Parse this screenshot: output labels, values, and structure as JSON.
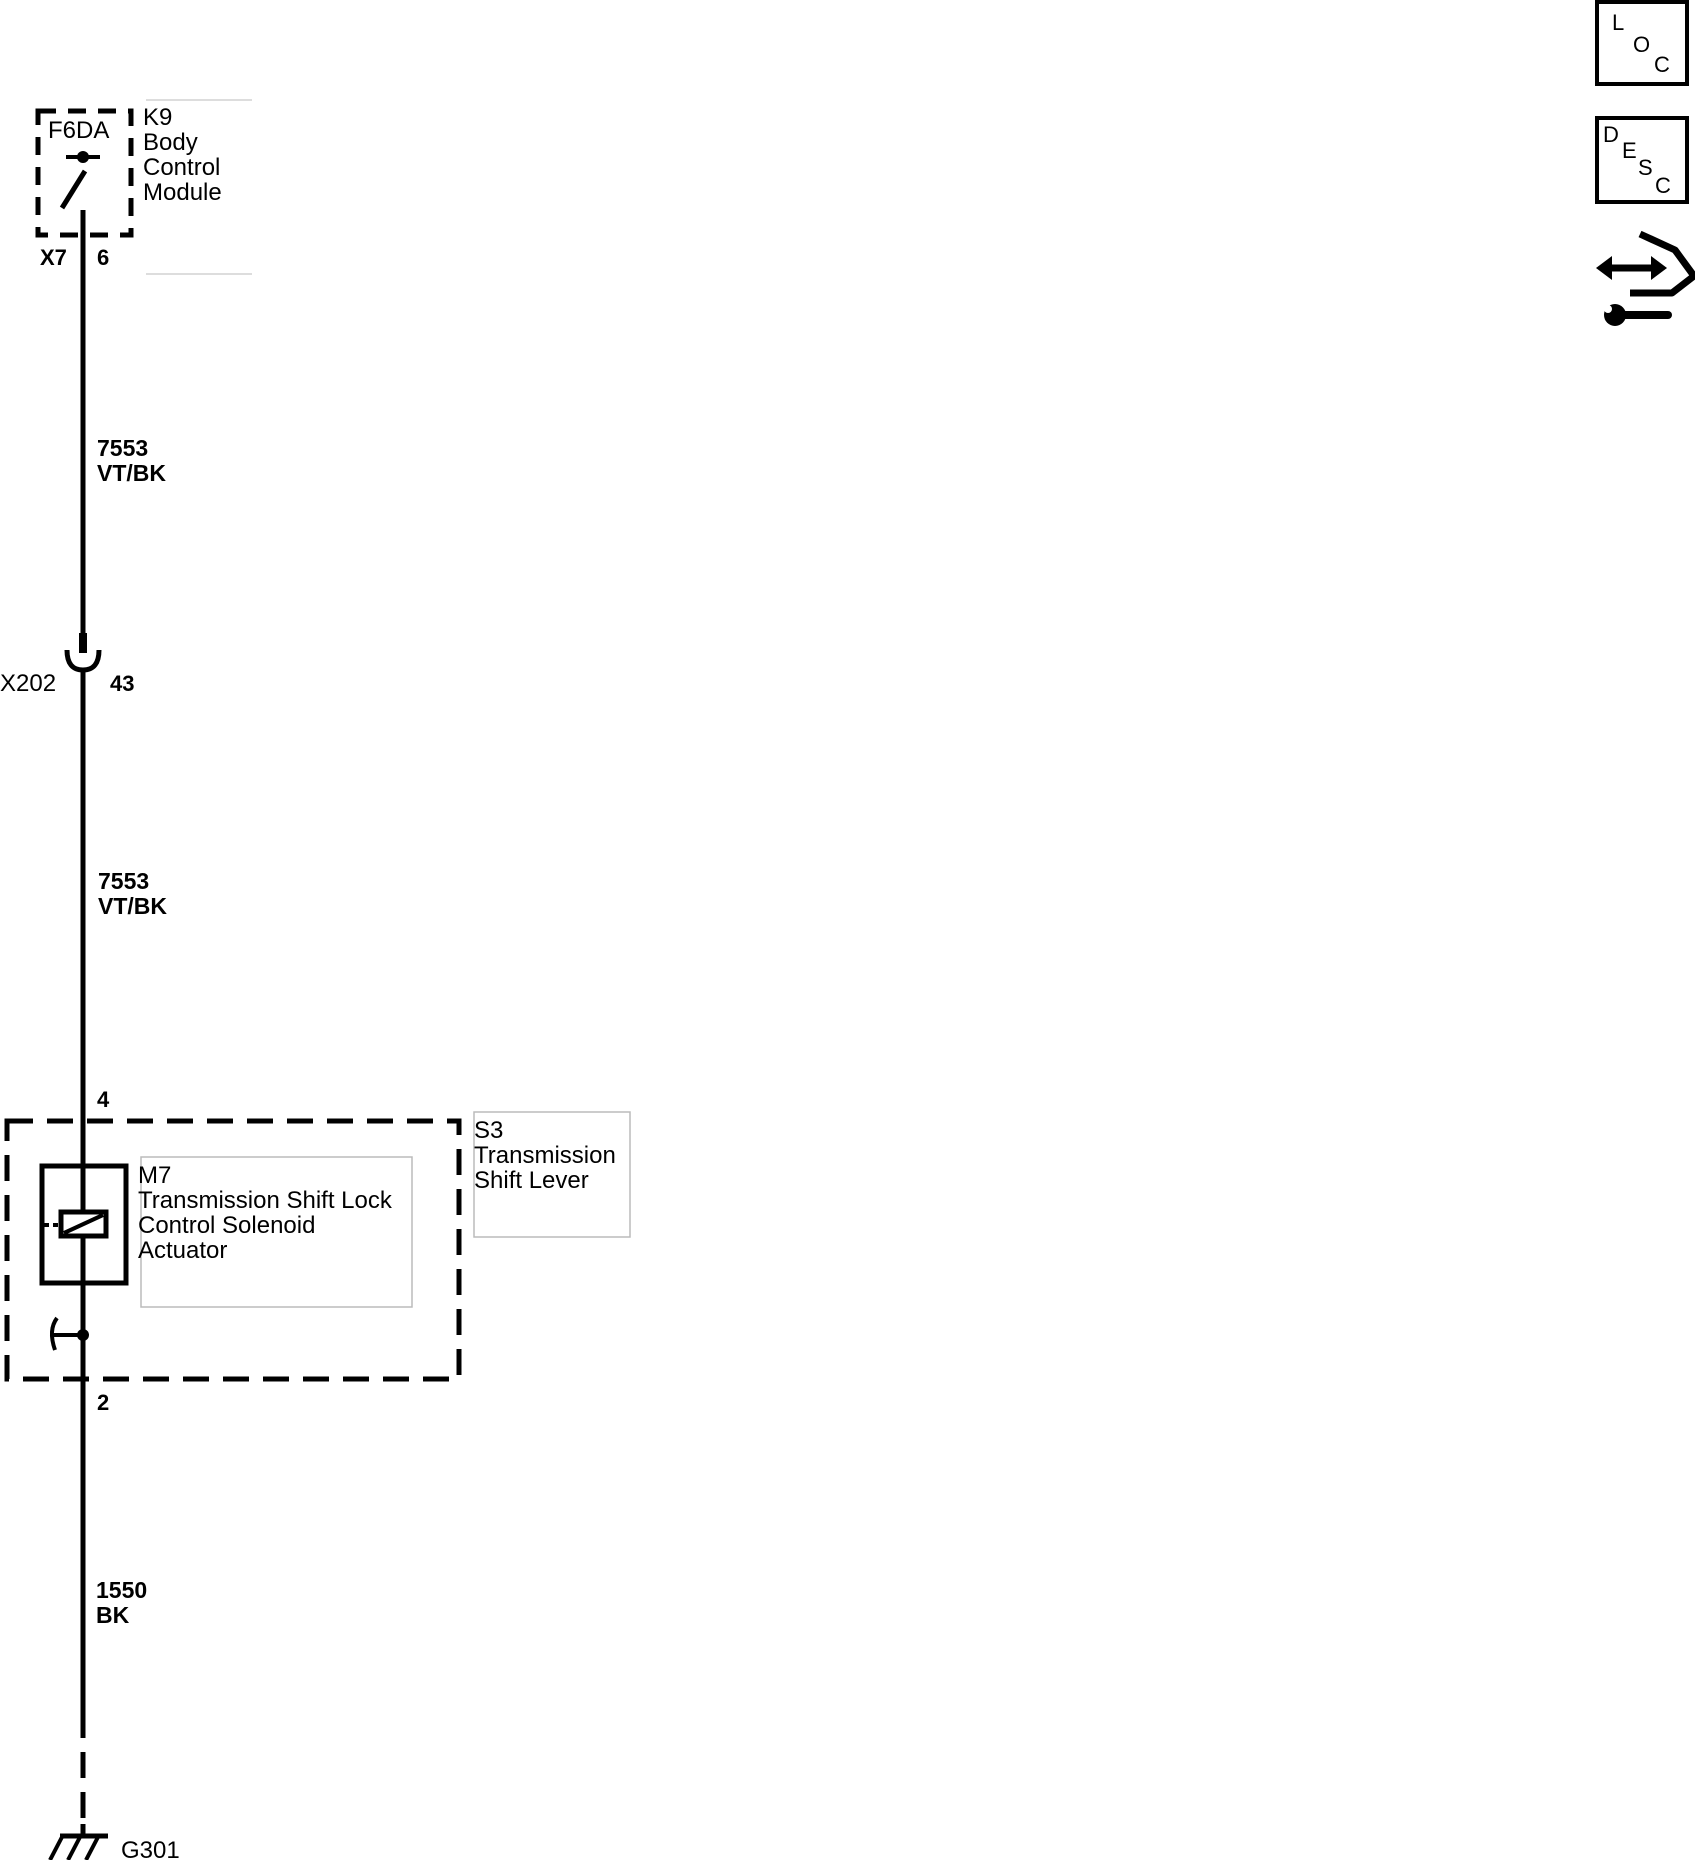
{
  "module_k9": {
    "ref": "K9",
    "name_lines": [
      "Body",
      "Control",
      "Module"
    ],
    "switch_label": "F6DA",
    "connector": "X7",
    "pin": "6"
  },
  "wire_1": {
    "circuit": "7553",
    "color": "VT/BK"
  },
  "inline_connector": {
    "name": "X202",
    "pin": "43"
  },
  "wire_2": {
    "circuit": "7553",
    "color": "VT/BK"
  },
  "shift_lever": {
    "ref": "S3",
    "name_lines": [
      "Transmission",
      "Shift Lever"
    ],
    "pin_in": "4",
    "pin_out": "2"
  },
  "solenoid": {
    "ref": "M7",
    "name_lines": [
      "Transmission Shift Lock",
      "Control Solenoid",
      "Actuator"
    ]
  },
  "wire_3": {
    "circuit": "1550",
    "color": "BK"
  },
  "ground": {
    "name": "G301"
  },
  "side_icons": {
    "loc": [
      "L",
      "O",
      "C"
    ],
    "desc": [
      "D",
      "E",
      "S",
      "C"
    ],
    "service_icon": "arrow-wrench-icon"
  }
}
